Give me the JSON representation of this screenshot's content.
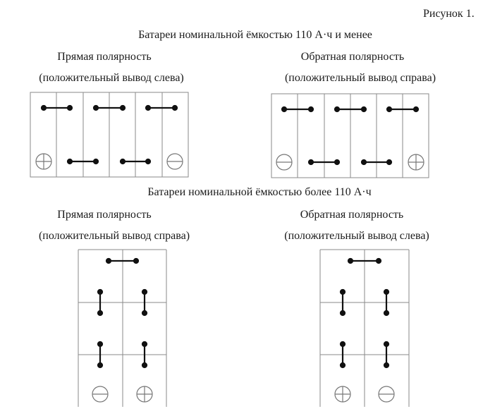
{
  "figure_label": "Рисунок 1.",
  "section_small": {
    "title": "Батареи номинальной ёмкостью 110 А·ч и менее",
    "left": {
      "caption": "Прямая полярность",
      "subcaption": "(положительный вывод слева)"
    },
    "right": {
      "caption": "Обратная полярность",
      "subcaption": "(положительный вывод справа)"
    }
  },
  "section_large": {
    "title": "Батареи номинальной ёмкостью более 110 А·ч",
    "left": {
      "caption": "Прямая полярность",
      "subcaption": "(положительный вывод справа)"
    },
    "right": {
      "caption": "Обратная полярность",
      "subcaption": "(положительный вывод слева)"
    }
  },
  "colors": {
    "line": "#8a8a8a",
    "connector": "#111111",
    "terminal": "#777777"
  }
}
